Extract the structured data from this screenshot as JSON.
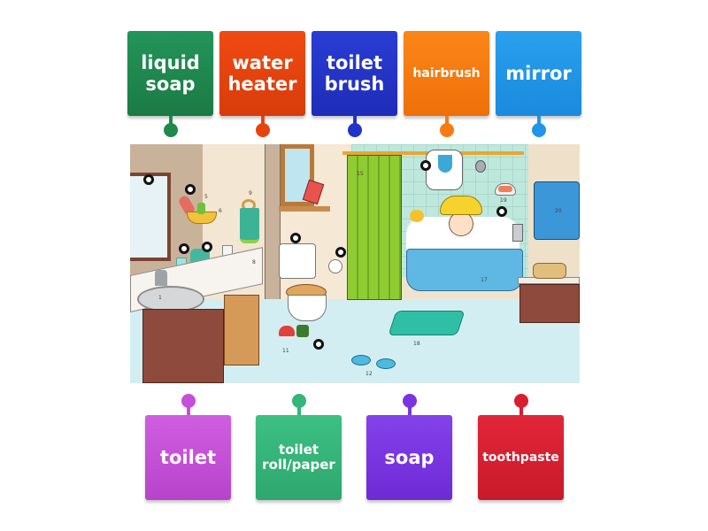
{
  "activity": {
    "type": "labelled diagram",
    "image_alt": "cartoon bathroom illustration"
  },
  "labels_top": [
    {
      "id": "liquid-soap",
      "text": "liquid soap",
      "color": "#1f8a4c"
    },
    {
      "id": "water-heater",
      "text": "water heater",
      "color": "#e8430e"
    },
    {
      "id": "toilet-brush",
      "text": "toilet brush",
      "color": "#2234c8"
    },
    {
      "id": "hairbrush",
      "text": "hairbrush",
      "color": "#f87b12"
    },
    {
      "id": "mirror",
      "text": "mirror",
      "color": "#2196e8"
    }
  ],
  "labels_bottom": [
    {
      "id": "toilet",
      "text": "toilet",
      "color": "#c44fd8"
    },
    {
      "id": "toilet-roll-paper",
      "text": "toilet roll/paper",
      "color": "#35b57a"
    },
    {
      "id": "soap",
      "text": "soap",
      "color": "#7a35e0"
    },
    {
      "id": "toothpaste",
      "text": "toothpaste",
      "color": "#d81e2f"
    }
  ],
  "scene": {
    "numbers": [
      "1",
      "5",
      "6",
      "8",
      "9",
      "11",
      "12",
      "15",
      "17",
      "18",
      "19",
      "20"
    ],
    "drop_markers": 10
  }
}
